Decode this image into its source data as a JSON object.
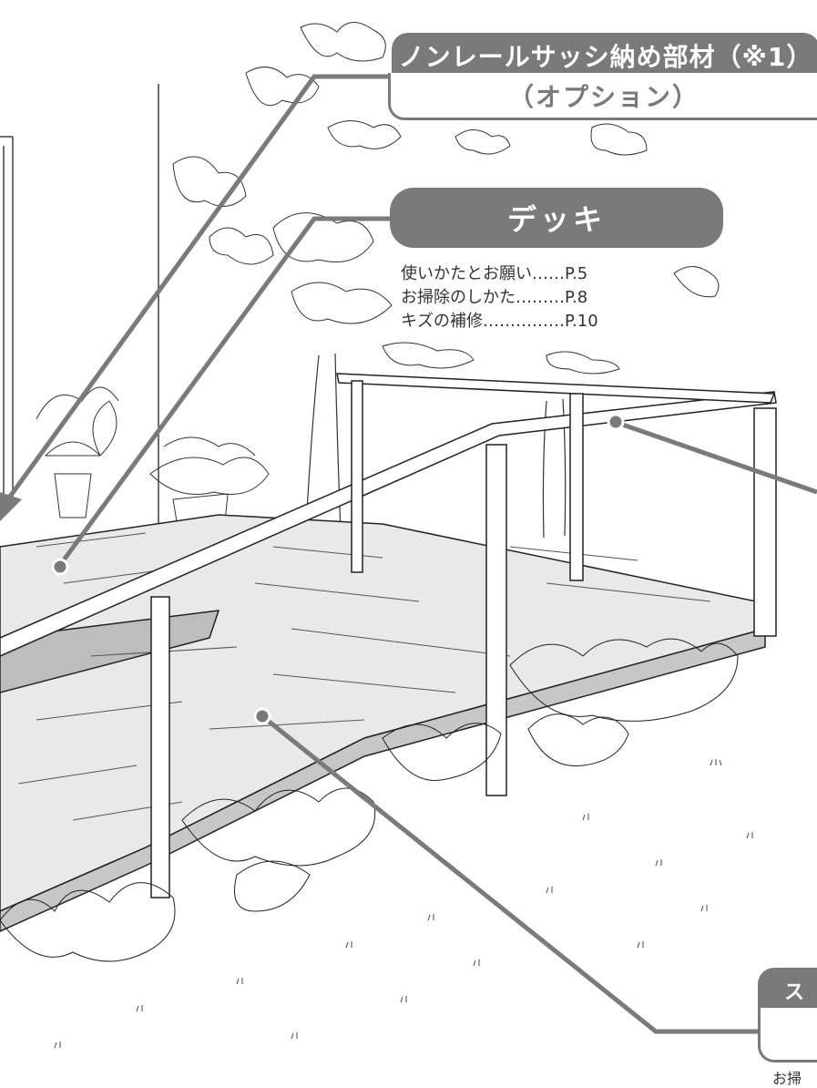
{
  "callouts": {
    "option": {
      "title": "ノンレールサッシ納め部材（※1）",
      "subtitle": "（オプション）"
    },
    "deck": {
      "title": "デッキ",
      "refs": [
        "使いかたとお願い……P.5",
        "お掃除のしかた………P.8",
        "キズの補修……………P.10"
      ]
    },
    "third": {
      "title": "ス",
      "partial_text": "お掃"
    }
  },
  "colors": {
    "callout_gray": "#7a7a7a",
    "line": "#222222",
    "deck_shade": "#d4d4d4"
  }
}
